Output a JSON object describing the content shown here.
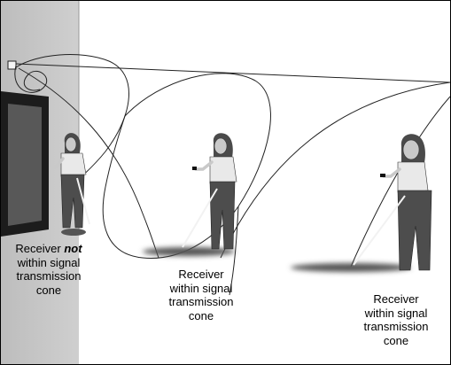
{
  "colors": {
    "wall": "#cfcfcf",
    "door_frame": "#1c1c1c",
    "door_panel": "#585858",
    "figure_skin": "#c9c9c9",
    "figure_shirt": "#e9e9e9",
    "figure_pants": "#4d4d4d",
    "figure_hair": "#4a4a4a",
    "shadow": "#555555",
    "line": "#222222"
  },
  "captions": {
    "figure_1": {
      "line1_prefix": "Receiver ",
      "line1_emphasis": "not",
      "line2": "within signal",
      "line3": "transmission",
      "line4": "cone"
    },
    "figure_2": {
      "line1": "Receiver",
      "line2": "within signal",
      "line3": "transmission",
      "line4": "cone"
    },
    "figure_3": {
      "line1": "Receiver",
      "line2": "within signal",
      "line3": "transmission",
      "line4": "cone"
    }
  }
}
